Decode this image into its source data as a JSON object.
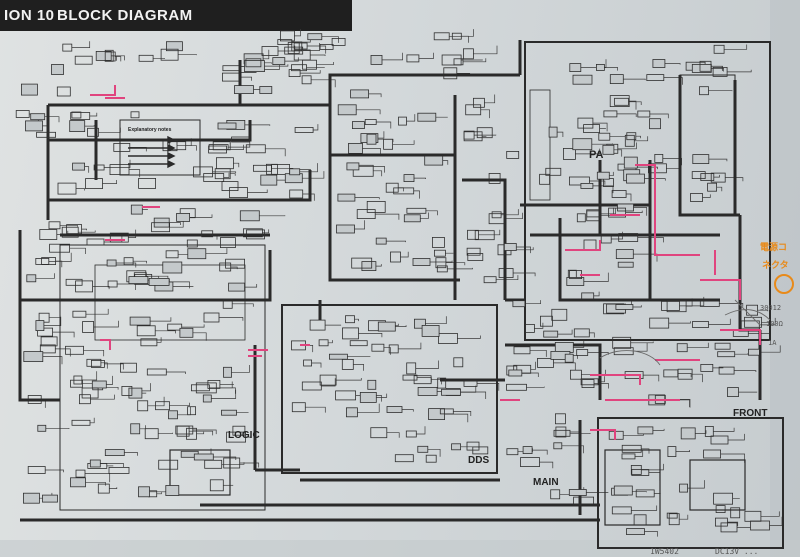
{
  "header": {
    "section": "ION 10",
    "title": "BLOCK DIAGRAM"
  },
  "labels": {
    "pa": "PA",
    "logic": "LOGIC",
    "dds": "DDS",
    "main": "MAIN",
    "front": "FRONT",
    "explanatory_note": "Explanatory notes"
  },
  "annotations": {
    "handwritten_1": "電源コ",
    "handwritten_2": "ネクタ",
    "pencil_1": "30012",
    "pencil_2": "100Ω",
    "pencil_3": "1A",
    "pencil_bottom_1": "1W5402",
    "pencil_bottom_2": "DC13V ..."
  },
  "colors": {
    "paper": "#d6dadb",
    "line": "#2a2a2a",
    "highlight_pink": "#e0447e",
    "annotation_orange": "#e88a1a",
    "header_bg": "#1f1f1f"
  }
}
